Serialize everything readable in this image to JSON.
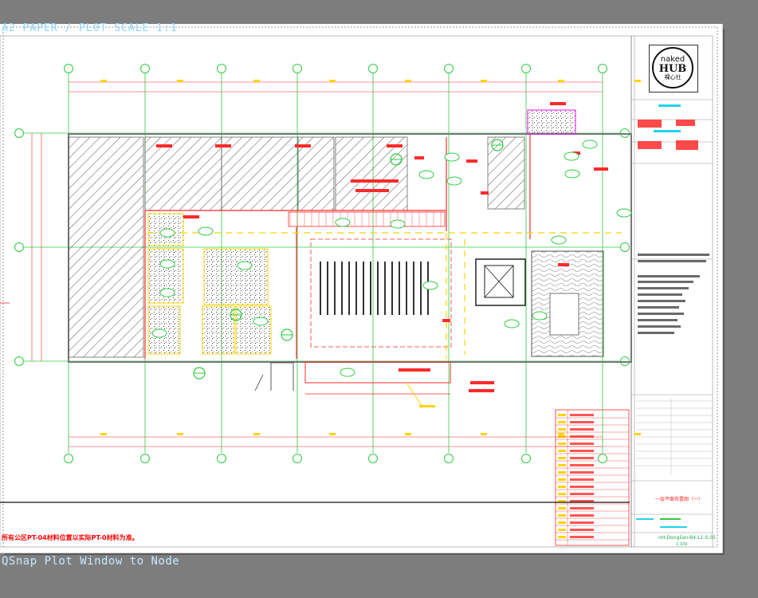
{
  "layout_tab": {
    "label": "A2 PAPER / PLOT SCALE 1:1"
  },
  "command_line": {
    "text": "QSnap Plot Window to Node"
  },
  "drawing": {
    "general_note": "所有公区PT-04材料位置以实际PT-0材料为准。",
    "title_block": {
      "logo_line1": "naked",
      "logo_line2": "HUB",
      "logo_line3": "裸心社",
      "drawing_title": "一层平面布置图（一）",
      "drawing_number": "nH-Donglian-B4-L1-S.01",
      "scale": "1:100"
    }
  },
  "colors": {
    "background": "#7d7d7d",
    "paper": "#ffffff",
    "grid": "#2ecc40",
    "wall_red": "#ff2a2a",
    "accent_yellow": "#ffd400",
    "magenta": "#ff00ff",
    "cad_text_cyan": "#8fd3ff"
  }
}
